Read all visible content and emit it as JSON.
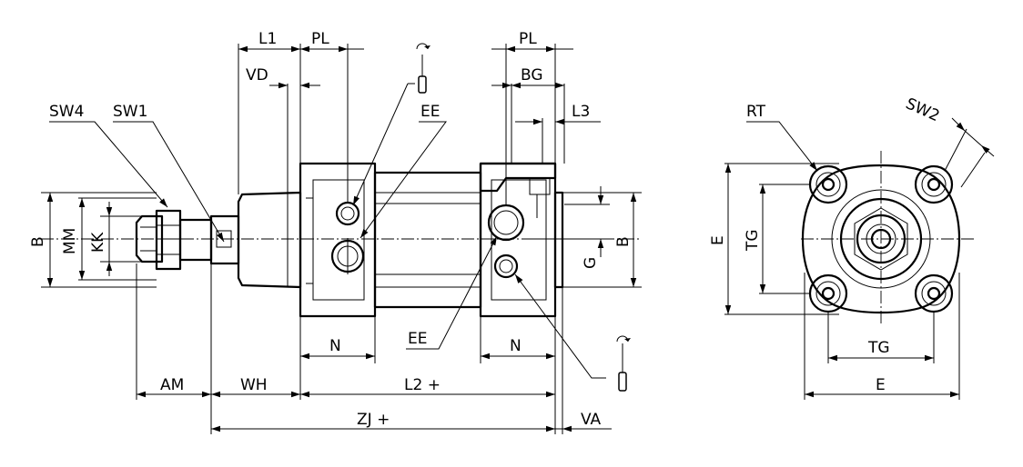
{
  "labels": {
    "L1": "L1",
    "PL_left": "PL",
    "PL_right": "PL",
    "VD": "VD",
    "BG": "BG",
    "L3": "L3",
    "SW4": "SW4",
    "SW1": "SW1",
    "EE_top": "EE",
    "EE_bottom": "EE",
    "B_left": "B",
    "MM": "MM",
    "KK": "KK",
    "B_right": "B",
    "G": "G",
    "N_left": "N",
    "N_right": "N",
    "AM": "AM",
    "WH": "WH",
    "L2": "L2 +",
    "ZJ": "ZJ +",
    "VA": "VA",
    "RT": "RT",
    "SW2": "SW2",
    "E_vertical": "E",
    "TG_vertical": "TG",
    "TG_horizontal": "TG",
    "E_horizontal": "E"
  },
  "icons": [
    "screwdriver-torque-icon-top",
    "screwdriver-torque-icon-bottom"
  ]
}
